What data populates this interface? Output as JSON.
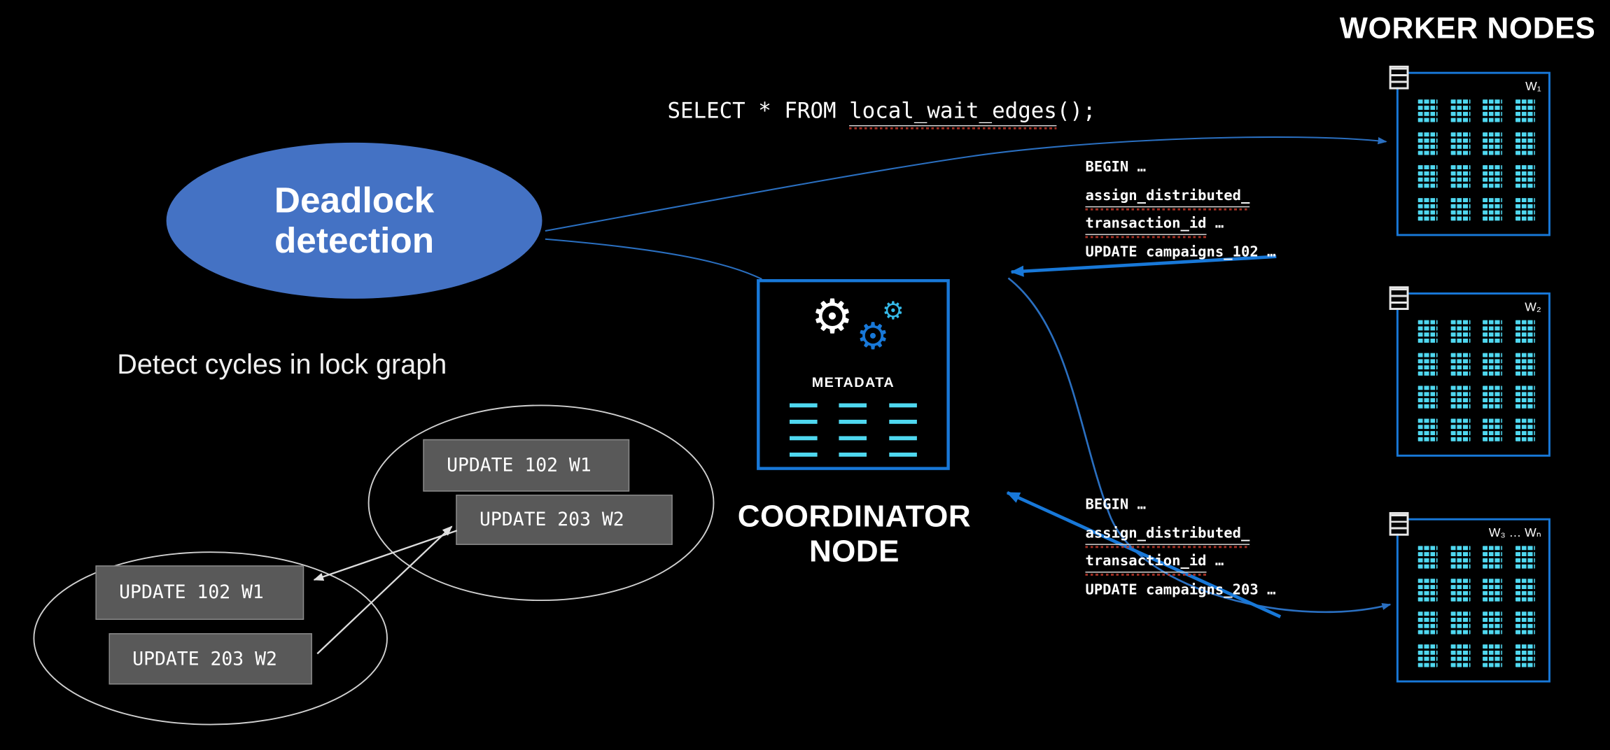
{
  "header": {
    "title": "WORKER NODES"
  },
  "sql": {
    "prefix": "SELECT * FROM ",
    "fn": "local_wait_edges",
    "suffix": "();"
  },
  "deadlock": {
    "line1": "Deadlock",
    "line2": "detection"
  },
  "caption": "Detect cycles in lock graph",
  "coordinator": {
    "line1": "COORDINATOR",
    "line2": "NODE",
    "metadata": "METADATA"
  },
  "workers": [
    {
      "label": "W₁"
    },
    {
      "label": "W₂"
    },
    {
      "label": "W₃ … Wₙ"
    }
  ],
  "tx_blocks": [
    {
      "lines": [
        [
          {
            "t": "BEGIN …"
          }
        ],
        [
          {
            "t": "assign_distributed_",
            "u": true
          }
        ],
        [
          {
            "t": "transaction_id",
            "u": true
          },
          {
            "t": " …"
          }
        ],
        [
          {
            "t": "UPDATE campaigns_102 …"
          }
        ]
      ]
    },
    {
      "lines": [
        [
          {
            "t": "BEGIN …"
          }
        ],
        [
          {
            "t": "assign_distributed_",
            "u": true
          }
        ],
        [
          {
            "t": "transaction_id",
            "u": true
          },
          {
            "t": " …"
          }
        ],
        [
          {
            "t": "UPDATE campaigns_203 …"
          }
        ]
      ]
    }
  ],
  "lock_graph": {
    "boxes": [
      {
        "text": "UPDATE 102 W1"
      },
      {
        "text": "UPDATE 203 W2"
      },
      {
        "text": "UPDATE 102 W1"
      },
      {
        "text": "UPDATE 203 W2"
      }
    ]
  },
  "icons": {
    "gear": "⚙"
  },
  "colors": {
    "accent_blue": "#1878d8",
    "ellipse_blue": "#4472c4",
    "cyan": "#4fd8f0",
    "box_gray": "#595959"
  }
}
